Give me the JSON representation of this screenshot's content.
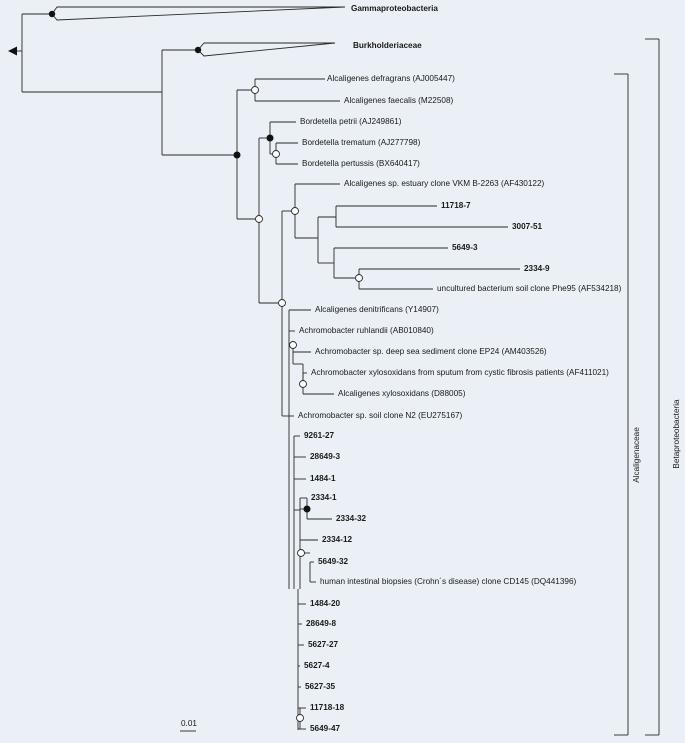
{
  "taxa": {
    "gammaproteobacteria": "Gammaproteobacteria",
    "burkholderiaceae": "Burkholderiaceae",
    "alc_defragrans": "Alcaligenes defragrans (AJ005447)",
    "alc_faecalis": "Alcaligenes faecalis (M22508)",
    "bord_petrii": "Bordetella petrii (AJ249861)",
    "bord_trematum": "Bordetella trematum (AJ277798)",
    "bord_pertussis": "Bordetella pertussis (BX640417)",
    "alc_estuary": "Alcaligenes sp. estuary clone VKM B-2263 (AF430122)",
    "i11718_7": "11718-7",
    "i3007_51": "3007-51",
    "i5649_3": "5649-3",
    "i2334_9": "2334-9",
    "uncultured": "uncultured bacterium soil clone Phe95 (AF534218)",
    "alc_denitrificans": "Alcaligenes denitrificans (Y14907)",
    "ach_ruhlandii": "Achromobacter ruhlandii (AB010840)",
    "ach_deepsea": "Achromobacter sp. deep sea sediment clone EP24 (AM403526)",
    "ach_xylo_sputum": "Achromobacter xylosoxidans from sputum from cystic fibrosis patients (AF411021)",
    "alc_xylo": "Alcaligenes xylosoxidans (D88005)",
    "ach_soil": "Achromobacter sp. soil clone N2 (EU275167)",
    "i9261_27": "9261-27",
    "i28649_3": "28649-3",
    "i1484_1": "1484-1",
    "i2334_1": "2334-1",
    "i2334_32": "2334-32",
    "i2334_12": "2334-12",
    "i5649_32": "5649-32",
    "human_intestinal": "human intestinal biopsies (Crohn´s disease) clone CD145 (DQ441396)",
    "i1484_20": "1484-20",
    "i28649_8": "28649-8",
    "i5627_27": "5627-27",
    "i5627_4": "5627-4",
    "i5627_35": "5627-35",
    "i11718_18": "11718-18",
    "i5649_47": "5649-47"
  },
  "brackets": {
    "alcaligenaceae": "Alcaligenaceae",
    "betaproteobacteria": "Betaproteobacteria"
  },
  "scale_bar": "0.01"
}
